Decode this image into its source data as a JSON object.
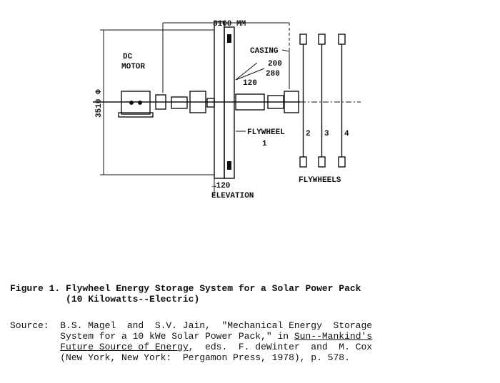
{
  "figure": {
    "dim_width": "3100 MM",
    "dim_height": "3510 Φ",
    "motor_label_line1": "DC",
    "motor_label_line2": "MOTOR",
    "casing_label": "CASING",
    "dim_200": "200",
    "dim_280": "280",
    "dim_120_top": "120",
    "flywheel_label": "FLYWHEEL",
    "flywheel_number": "1",
    "dim_120_bottom": "→120",
    "elevation_label": "ELEVATION",
    "flywheel_numbers": [
      "2",
      "3",
      "4"
    ],
    "flywheels_label": "FLYWHEELS"
  },
  "caption": {
    "line1": "Figure 1. Flywheel Energy Storage System for a Solar Power Pack",
    "line2": "          (10 Kilowatts--Electric)"
  },
  "source": {
    "line1": "Source:  B.S. Magel  and  S.V. Jain,  \"Mechanical Energy  Storage",
    "line2_prefix": "         System for a 10 kWe Solar Power Pack,\" in ",
    "line2_title": "Sun--Mankind's",
    "line3_prefix": "         ",
    "line3_title": "Future Source of Energy",
    "line3_suffix": ",  eds.  F. deWinter  and  M. Cox",
    "line4": "         (New York, New York:  Pergamon Press, 1978), p. 578."
  }
}
